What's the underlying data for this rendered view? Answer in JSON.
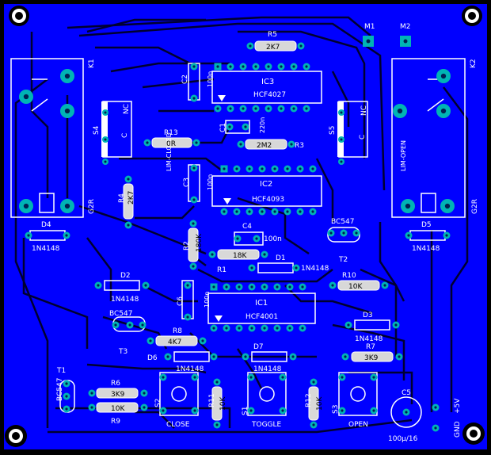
{
  "colors": {
    "board": "#0000ff",
    "copper": "#000030",
    "pad": "#00b4b4",
    "silk": "#ffffff",
    "background": "#000000"
  },
  "labels": {
    "r5": "R5",
    "r5v": "2K7",
    "m1": "M1",
    "m2": "M2",
    "k1": "K1",
    "k2": "K2",
    "c2": "C2",
    "c2v": "100n",
    "ic3": "IC3",
    "ic3v": "HCF4027",
    "nc1": "NC",
    "c_1": "C",
    "lim_closed": "LIM-CLOSED",
    "s4": "S4",
    "nc2": "NC",
    "c_2": "C",
    "lim_open": "LIM-OPEN",
    "s5": "S5",
    "r13": "R13",
    "r13v": "0R",
    "c1": "C1",
    "c1v": "220n",
    "r3v": "2M2",
    "r3": "R3",
    "c3": "C3",
    "c3v": "100n",
    "ic2": "IC2",
    "ic2v": "HCF4093",
    "r4": "R4",
    "r4v": "2K7",
    "g2r1": "G2R",
    "g2r2": "G2R",
    "d4": "D4",
    "d4v": "1N4148",
    "d5": "D5",
    "d5v": "1N4148",
    "bc547_t2": "BC547",
    "t2": "T2",
    "c4": "C4",
    "c4v": "100n",
    "r2": "R2",
    "r2v": "180K",
    "r1": "R1",
    "r1v": "18K",
    "d1": "D1",
    "d1v": "1N4148",
    "d2": "D2",
    "d2v": "1N4148",
    "r10": "R10",
    "r10v": "10K",
    "c6": "C6",
    "c6v": "100n",
    "ic1": "IC1",
    "ic1v": "HCF4001",
    "bc547_t3": "BC547",
    "t3": "T3",
    "r8": "R8",
    "r8v": "4K7",
    "d3": "D3",
    "d3v": "1N4148",
    "d6": "D6",
    "d6v": "1N4148",
    "d7": "D7",
    "d7v": "1N4148",
    "r7": "R7",
    "r7v": "3K9",
    "t1": "T1",
    "bc547_t1": "BC547",
    "r6": "R6",
    "r6v": "3K9",
    "r9": "R9",
    "r9v": "10K",
    "s2": "S2",
    "close": "CLOSE",
    "r11": "R11",
    "r11v": "10K",
    "s1": "S1",
    "toggle": "TOGGLE",
    "r12": "R12",
    "r12v": "10K",
    "s3": "S3",
    "open": "OPEN",
    "c5": "C5",
    "c5v": "100µ/16",
    "plus5v": "+5V",
    "gnd": "GND"
  }
}
